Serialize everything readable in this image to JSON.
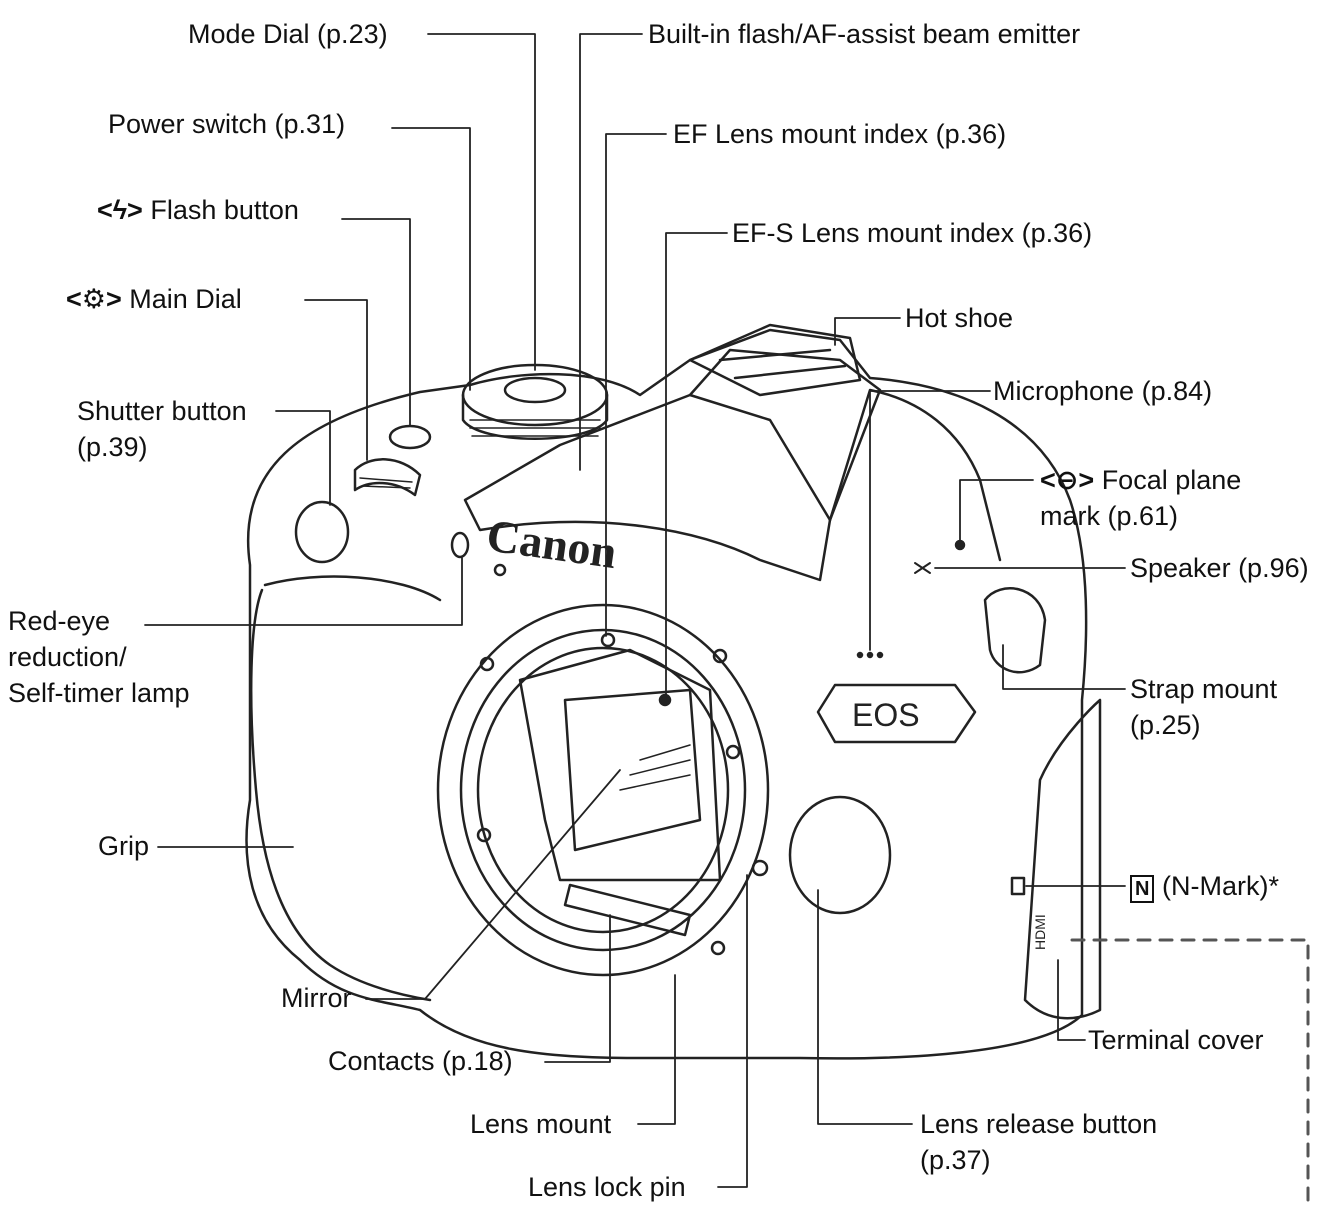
{
  "camera": {
    "brand_text": "Canon",
    "model_text": "EOS",
    "terminal_text": "HDMI"
  },
  "labels": {
    "mode_dial": "Mode Dial (p.23)",
    "power_switch": "Power switch (p.31)",
    "flash_button_icon": "<ϟ>",
    "flash_button": "Flash button",
    "main_dial_icon": "<⚙>",
    "main_dial": "Main Dial",
    "shutter_button_1": "Shutter button",
    "shutter_button_2": "(p.39)",
    "red_eye_1": "Red-eye",
    "red_eye_2": "reduction/",
    "red_eye_3": "Self-timer lamp",
    "grip": "Grip",
    "mirror": "Mirror",
    "contacts": "Contacts (p.18)",
    "lens_mount": "Lens mount",
    "lens_lock_pin": "Lens lock pin",
    "builtin_flash": "Built-in flash/AF-assist beam emitter",
    "ef_index": "EF Lens mount index (p.36)",
    "efs_index": "EF-S Lens mount index (p.36)",
    "hot_shoe": "Hot shoe",
    "microphone": "Microphone (p.84)",
    "focal_plane_icon": "<⊖>",
    "focal_plane_1": "Focal plane",
    "focal_plane_2": "mark (p.61)",
    "speaker": "Speaker (p.96)",
    "strap_mount_1": "Strap mount",
    "strap_mount_2": "(p.25)",
    "n_mark_icon": "N",
    "n_mark": "(N-Mark)*",
    "terminal_cover": "Terminal cover",
    "lens_release_1": "Lens release button",
    "lens_release_2": "(p.37)"
  }
}
